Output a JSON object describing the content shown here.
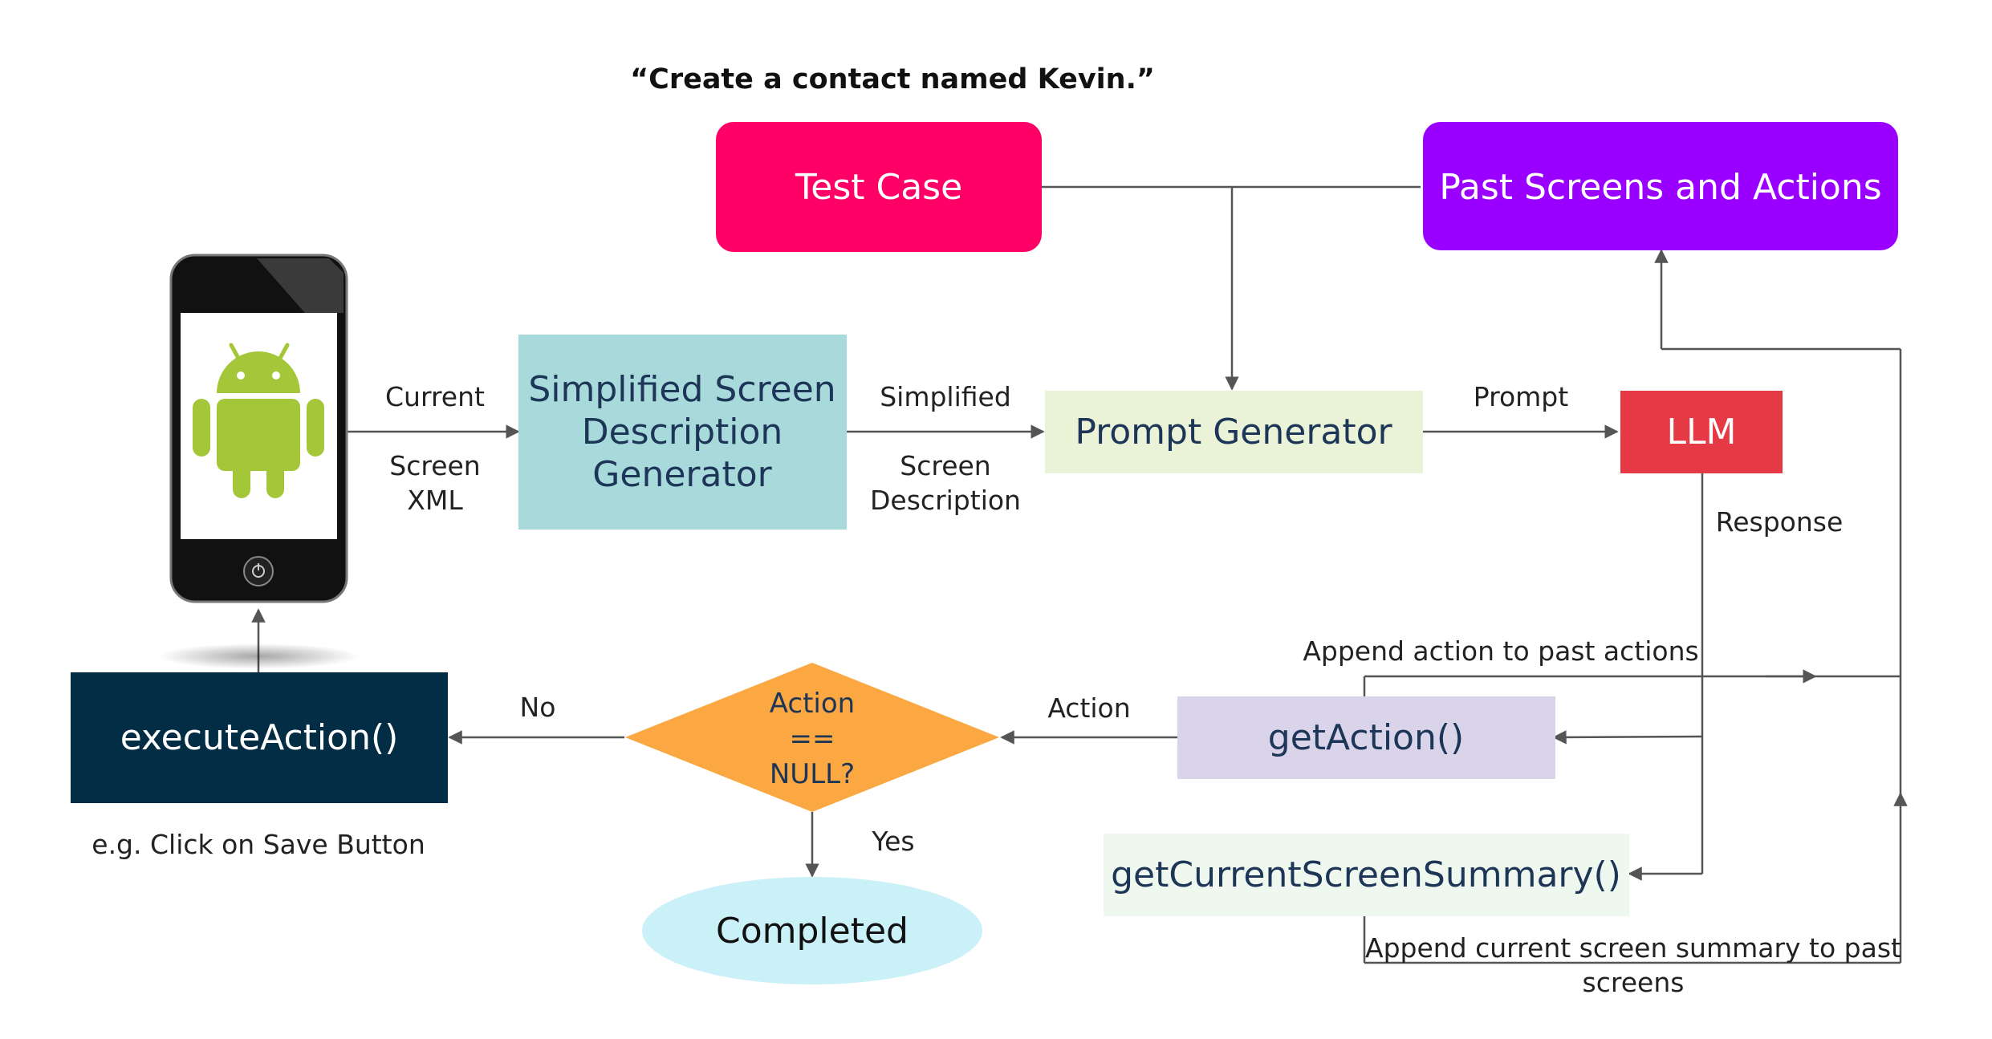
{
  "quote": "“Create a contact named Kevin.”",
  "nodes": {
    "test_case": "Test Case",
    "past_screens": "Past Screens and Actions",
    "simplified_gen": [
      "Simplified Screen",
      "Description",
      "Generator"
    ],
    "prompt_gen": "Prompt Generator",
    "llm": "LLM",
    "get_action": "getAction()",
    "get_summary": "getCurrentScreenSummary()",
    "execute_action": "executeAction()",
    "decision": [
      "Action",
      "==",
      "NULL?"
    ],
    "completed": "Completed"
  },
  "edge_labels": {
    "current": "Current",
    "screen_xml": [
      "Screen",
      "XML"
    ],
    "simplified": "Simplified",
    "screen_description": [
      "Screen",
      "Description"
    ],
    "prompt": "Prompt",
    "response": "Response",
    "append_action": "Append action to past actions",
    "action": "Action",
    "no": "No",
    "yes": "Yes",
    "example": "e.g. Click on Save Button",
    "append_summary": [
      "Append current screen summary to past",
      "screens"
    ]
  },
  "colors": {
    "test_case": "#ff0066",
    "past_screens": "#9900ff",
    "simplified_gen": "#a8dadc",
    "prompt_gen": "#eaf2d7",
    "llm": "#e63946",
    "get_action": "#d9d4ea",
    "get_summary": "#eef8ee",
    "execute_action": "#022d45",
    "decision": "#fba742",
    "completed": "#caf0f8"
  }
}
